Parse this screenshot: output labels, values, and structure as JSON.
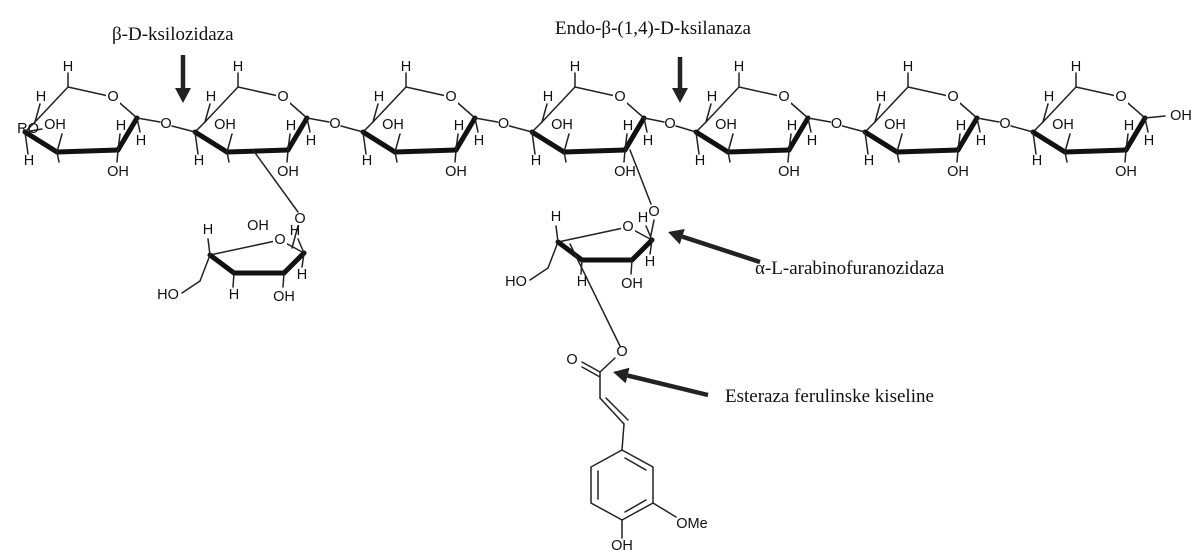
{
  "enzymes": {
    "beta_xylosidase": "β-D-ksilozidaza",
    "endo_xylanase": "Endo-β-(1,4)-D-ksilanaza",
    "arabinofuranosidase": "α-L-arabinofuranozidaza",
    "feruloyl_esterase": "Esteraza ferulinske kiseline"
  },
  "atoms": {
    "ring_o": "O",
    "link_o": "O",
    "h": "H",
    "oh": "OH",
    "ho": "HO",
    "ro": "RO",
    "ome": "OMe"
  }
}
